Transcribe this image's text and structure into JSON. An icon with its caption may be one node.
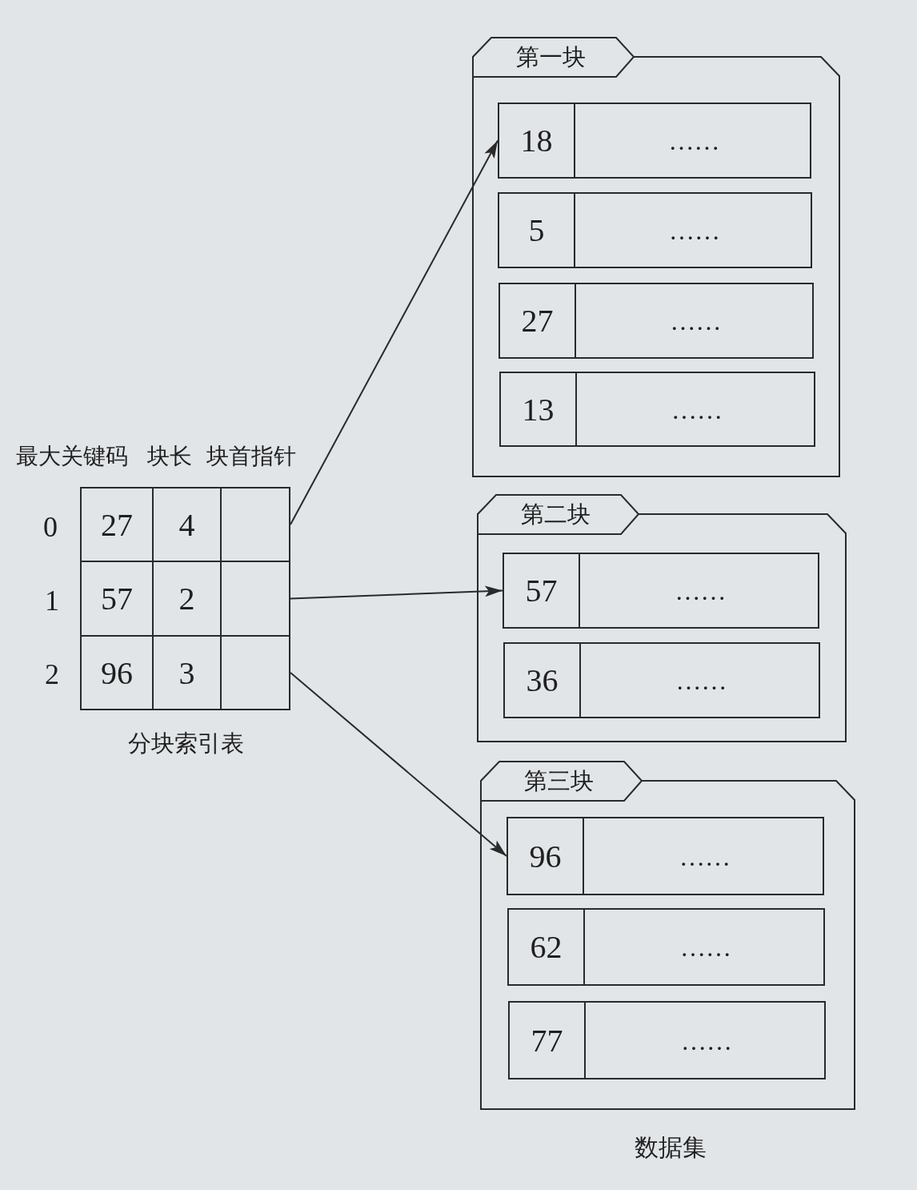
{
  "diagram": {
    "nodes": [
      {
        "text": [
          "第一块"
        ]
      },
      {
        "text": [
          "18",
          "……"
        ],
        "in": 0
      },
      {
        "text": [
          "5",
          "……"
        ],
        "in": 0
      },
      {
        "text": [
          "27",
          "……"
        ],
        "in": 0
      },
      {
        "text": [
          "13",
          "……"
        ],
        "in": 0
      },
      {
        "text": [
          "第二块"
        ]
      },
      {
        "text": [
          "57",
          "……"
        ],
        "in": 5
      },
      {
        "text": [
          "36",
          "……"
        ],
        "in": 5
      },
      {
        "text": [
          "第三块"
        ]
      },
      {
        "text": [
          "96",
          "……"
        ],
        "in": 8
      },
      {
        "text": [
          "62",
          "……"
        ],
        "in": 8
      },
      {
        "text": [
          "77",
          "……"
        ],
        "in": 8
      },
      {
        "text": [],
        "shape": "box"
      },
      {
        "text": [],
        "shape": "box"
      },
      {
        "text": [],
        "shape": "box"
      }
    ],
    "edges": [
      {
        "from": 12,
        "to": 1,
        "arrow": "to"
      },
      {
        "from": 13,
        "to": 6,
        "arrow": "to"
      },
      {
        "from": 14,
        "to": 9,
        "arrow": "to"
      }
    ],
    "labels": [
      "最大关键码",
      "块长",
      "块首指针",
      "0",
      "27",
      "4",
      "1",
      "57",
      "2",
      "2",
      "96",
      "3",
      "分块索引表",
      "数据集"
    ]
  }
}
